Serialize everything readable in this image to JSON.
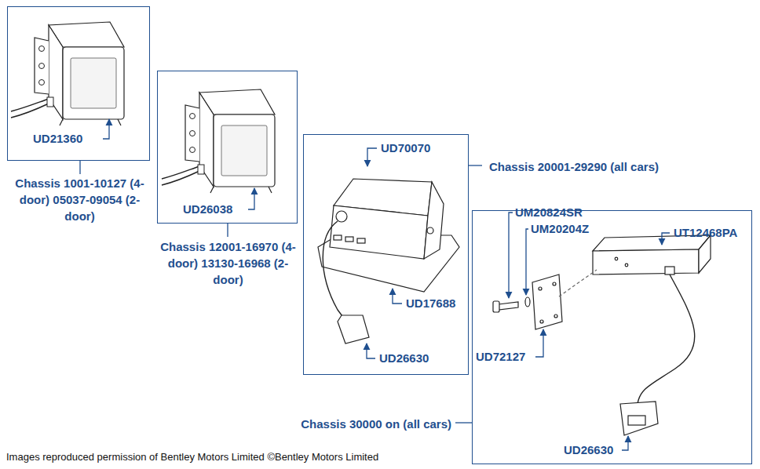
{
  "diagram": {
    "caption": "Images reproduced permission of Bentley Motors Limited ©Bentley Motors Limited",
    "nodes": [
      {
        "text": [
          "Chassis 1001-10127 (4-door) 05037-09054 (2-door)"
        ]
      },
      {
        "text": [
          "Chassis 12001-16970 (4-door) 13130-16968 (2-door)"
        ]
      },
      {
        "text": [
          "Chassis 20001-29290 (all cars)"
        ]
      },
      {
        "text": [
          "Chassis 30000 on (all cars)"
        ]
      }
    ],
    "edges": [],
    "labels": [
      "UD21360",
      "UD26038",
      "UD70070",
      "UD17688",
      "UD26630",
      "UM20824SR",
      "UM20204Z",
      "UT12468PA",
      "UD72127",
      "UD26630"
    ]
  }
}
